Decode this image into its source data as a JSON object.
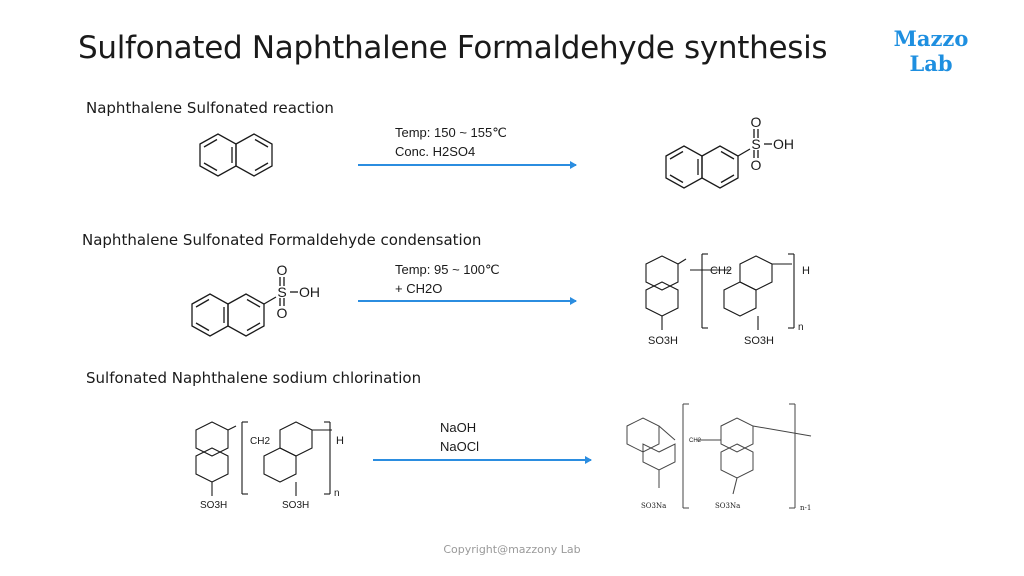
{
  "slide": {
    "title": "Sulfonated Naphthalene Formaldehyde synthesis",
    "logo": {
      "line1": "Mazzo",
      "line2": "Lab"
    },
    "copyright": "Copyright@mazzony Lab"
  },
  "colors": {
    "arrow": "#2b8de0",
    "logo": "#1e8fe0",
    "text": "#1a1a1a"
  },
  "steps": [
    {
      "heading": "Naphthalene Sulfonated reaction",
      "conditions": [
        "Temp: 150 ~ 155℃",
        "Conc. H2SO4"
      ],
      "product_labels": {
        "o_top": "O",
        "s": "S",
        "oh": "OH",
        "o_bottom": "O"
      }
    },
    {
      "heading": "Naphthalene Sulfonated Formaldehyde condensation",
      "conditions": [
        "Temp: 95 ~ 100℃",
        " + CH2O"
      ],
      "reactant_labels": {
        "o_top": "O",
        "s": "S",
        "oh": "OH",
        "o_bottom": "O"
      },
      "product_labels": {
        "ch2": "CH2",
        "h": "H",
        "so3h_left": "SO3H",
        "so3h_right": "SO3H",
        "n": "n"
      }
    },
    {
      "heading": "Sulfonated Naphthalene sodium chlorination",
      "conditions": [
        "NaOH",
        "NaOCl"
      ],
      "reactant_labels": {
        "ch2": "CH2",
        "h": "H",
        "so3h_left": "SO3H",
        "so3h_right": "SO3H",
        "n": "n"
      },
      "product_labels": {
        "ch2": "CH2",
        "so3na_left": "SO3Na",
        "so3na_right": "SO3Na",
        "n": "n-1"
      }
    }
  ]
}
